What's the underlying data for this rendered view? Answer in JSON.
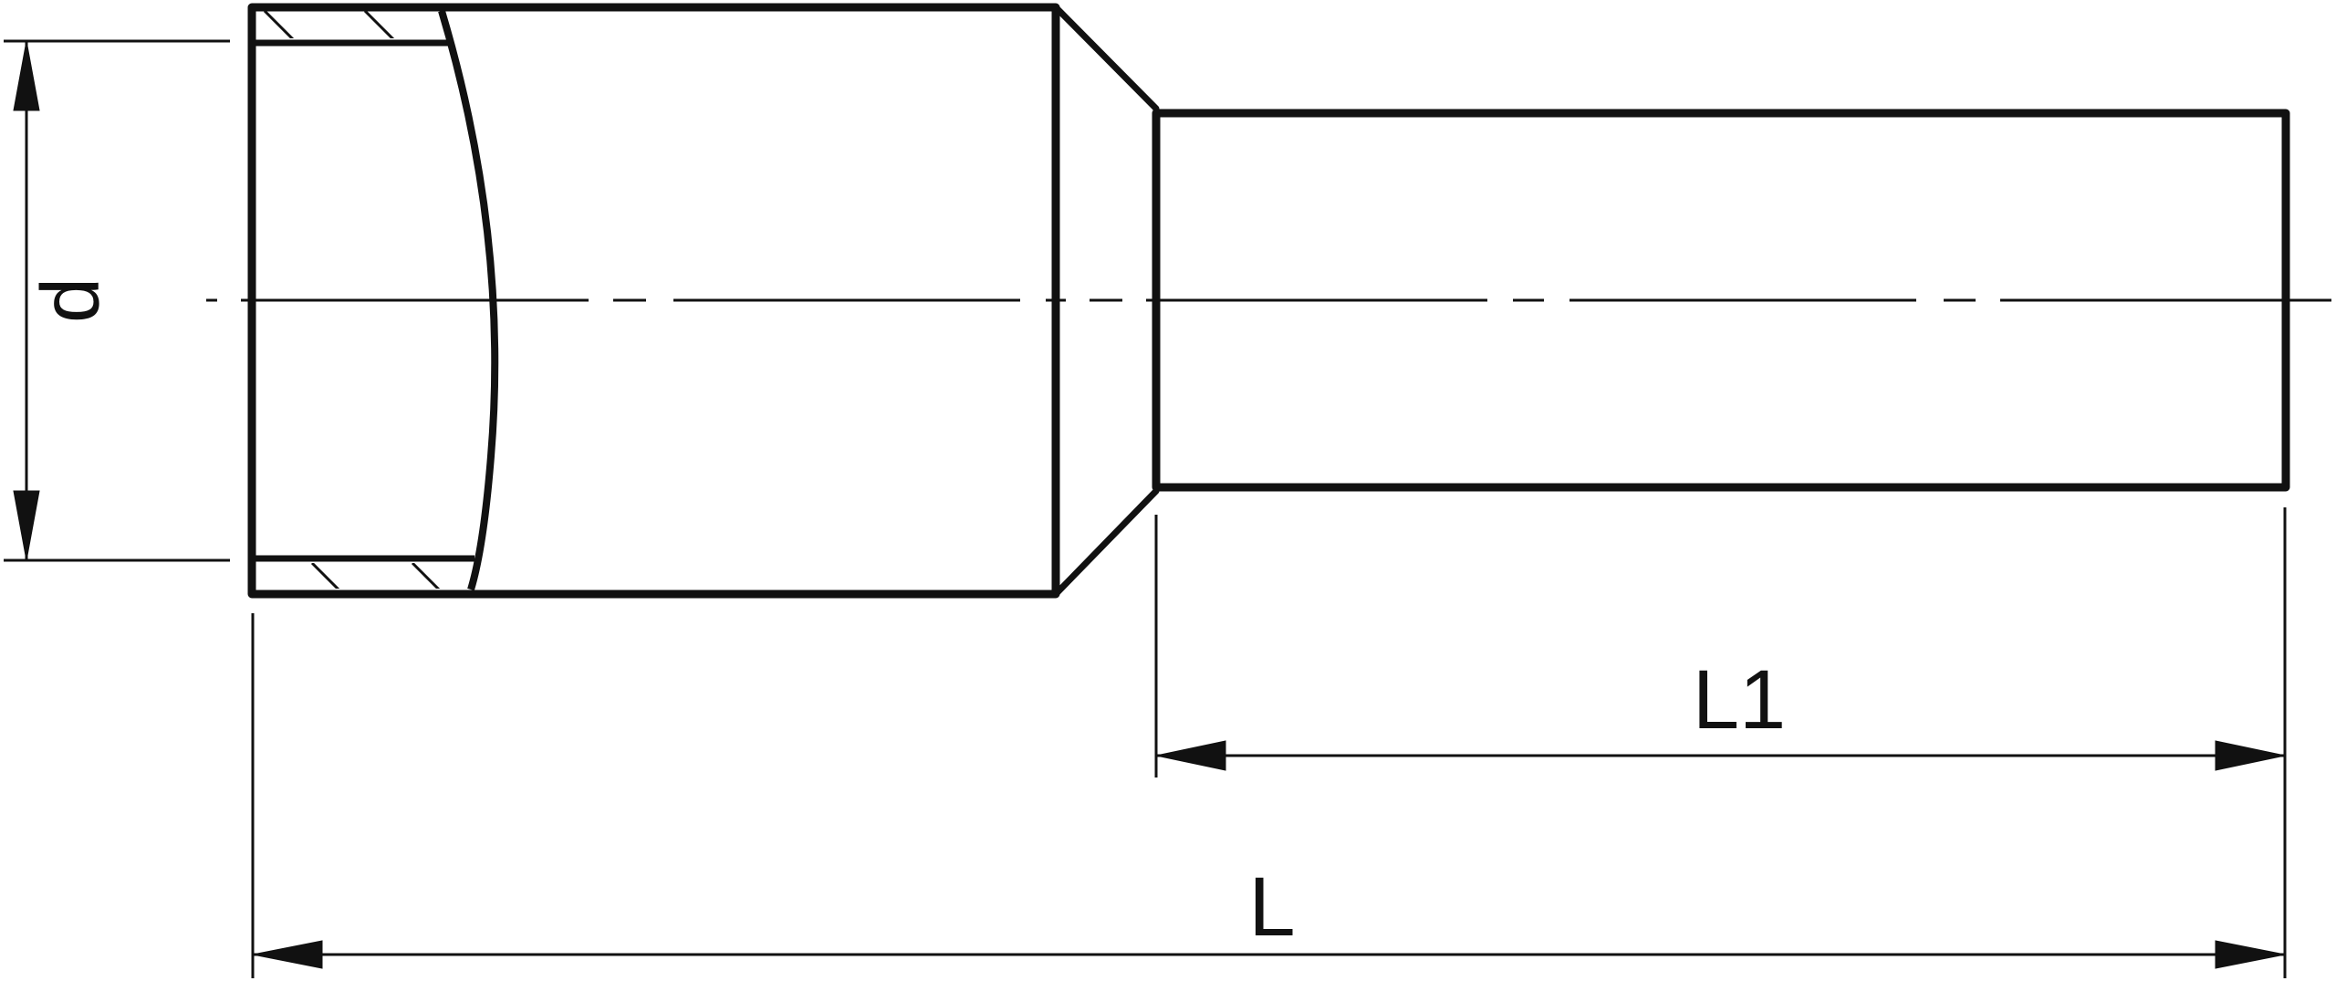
{
  "drawing": {
    "stroke_color": "#111111",
    "background": "#ffffff",
    "labels": {
      "diameter": "d",
      "length_total": "L",
      "length_tube": "L1"
    }
  }
}
